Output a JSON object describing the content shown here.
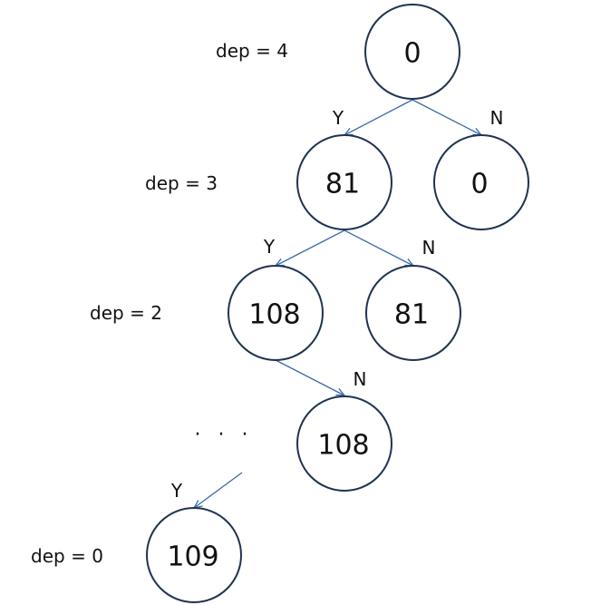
{
  "depth_labels": [
    "dep = 4",
    "dep = 3",
    "dep = 2",
    "dep = 0"
  ],
  "nodes": [
    "0",
    "81",
    "0",
    "108",
    "81",
    "108",
    "109"
  ],
  "edges": [
    "Y",
    "N",
    "Y",
    "N",
    "N",
    "Y"
  ],
  "ellipsis": ". . .",
  "colors": {
    "node_stroke": "#1f3350",
    "edge": "#3a6ca8",
    "text": "#111111"
  }
}
